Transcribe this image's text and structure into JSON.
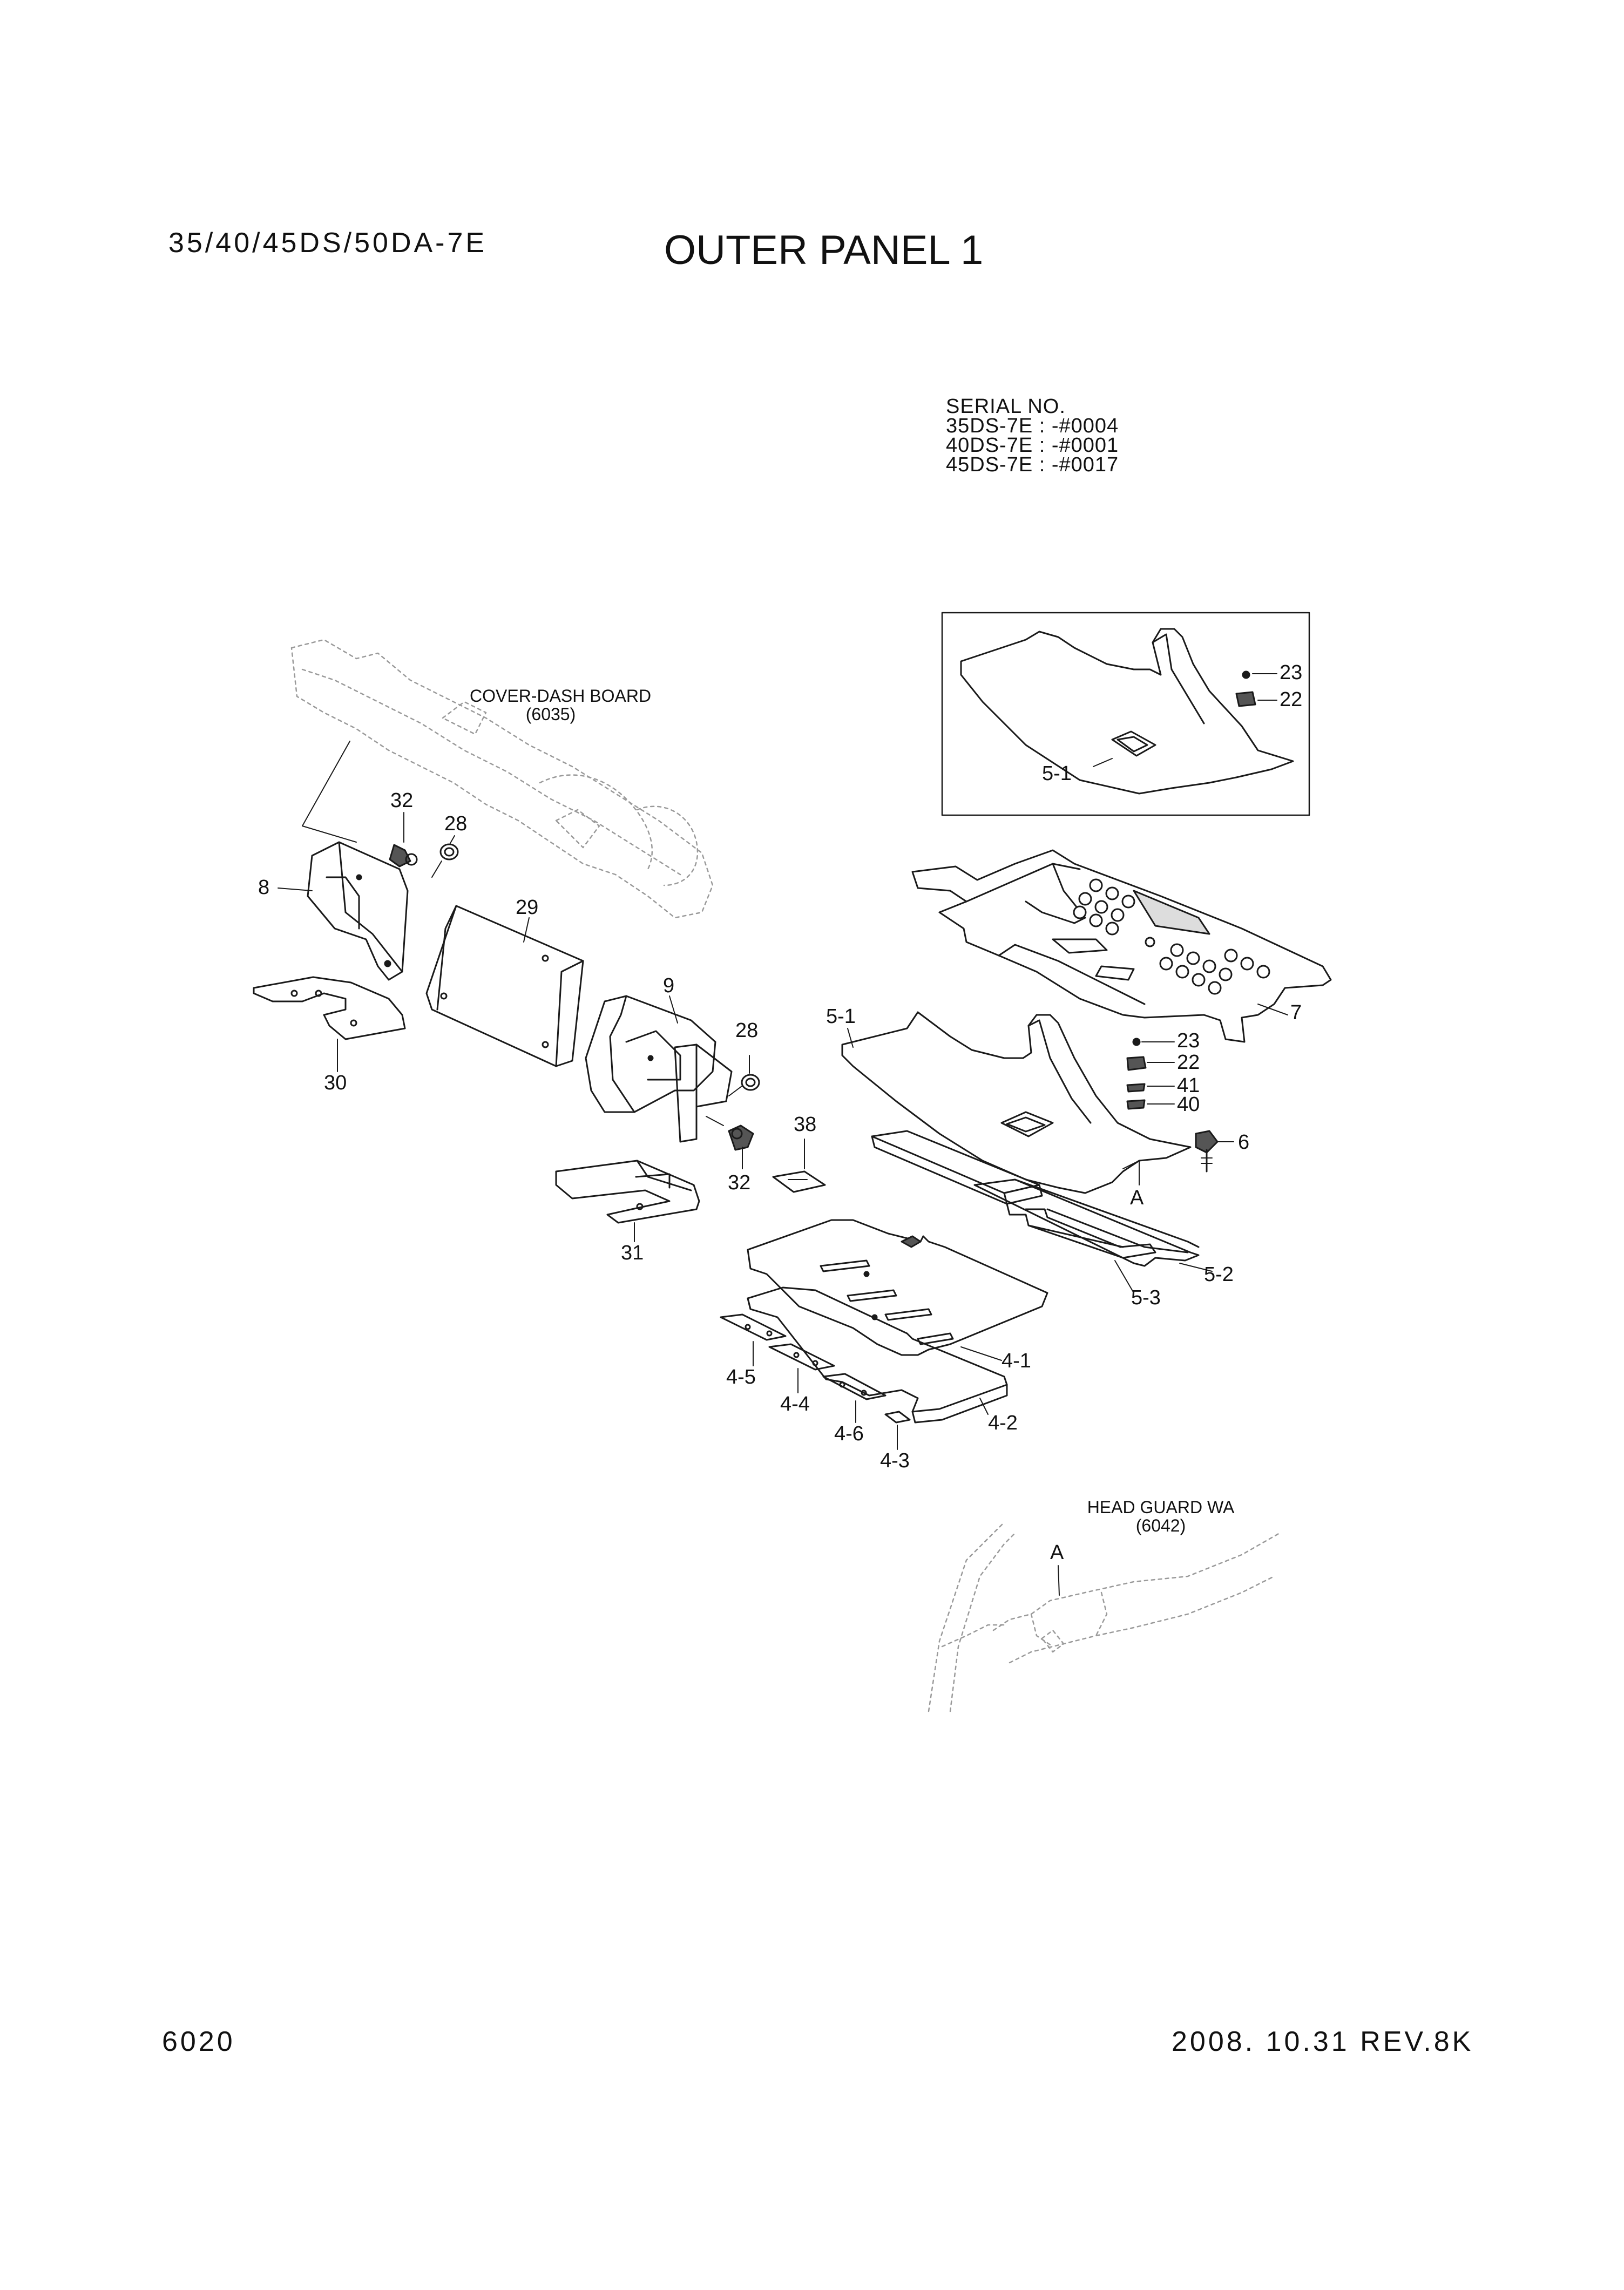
{
  "header": {
    "model": "35/40/45DS/50DA-7E",
    "title": "OUTER PANEL 1"
  },
  "footer": {
    "page_number": "6020",
    "date_revision": "2008. 10.31  REV.8K"
  },
  "serial_box": {
    "heading": "SERIAL NO.",
    "lines": [
      "35DS-7E : -#0004",
      "40DS-7E : -#0001",
      "45DS-7E : -#0017"
    ]
  },
  "references": {
    "cover_dash_board": [
      "COVER-DASH BOARD",
      "(6035)"
    ],
    "head_guard": [
      "HEAD GUARD WA",
      "(6042)"
    ]
  },
  "callouts": {
    "c32a": "32",
    "c28a": "28",
    "c8": "8",
    "c29": "29",
    "c9": "9",
    "c28b": "28",
    "c30": "30",
    "c32b": "32",
    "c31": "31",
    "c38": "38",
    "c23a": "23",
    "c22a": "22",
    "c51a": "5-1",
    "c7": "7",
    "c51b": "5-1",
    "c23b": "23",
    "c22b": "22",
    "c41": "41",
    "c40": "40",
    "c6": "6",
    "cA1": "A",
    "c52": "5-2",
    "c53": "5-3",
    "c41p": "4-1",
    "c42": "4-2",
    "c43": "4-3",
    "c44": "4-4",
    "c45": "4-5",
    "c46": "4-6",
    "cA2": "A"
  },
  "colors": {
    "line": "#1a1a1a",
    "dotted": "#9a9a9a",
    "fill_dark": "#555555"
  }
}
